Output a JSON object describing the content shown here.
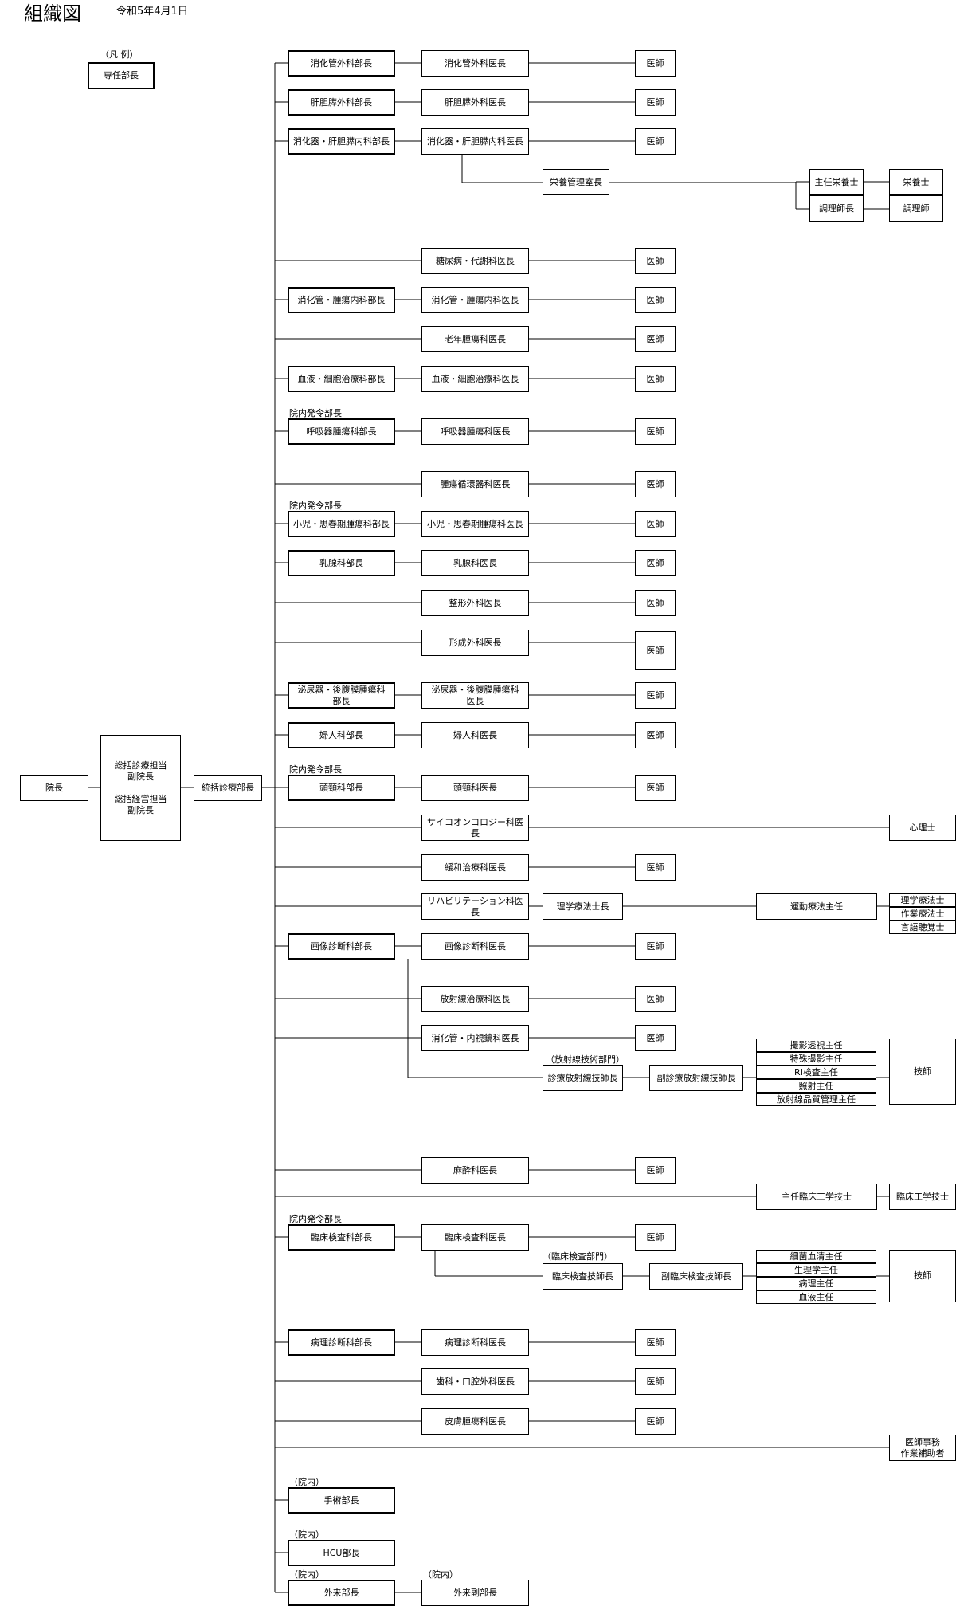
{
  "header": {
    "title": "組織図",
    "date": "令和5年4月1日"
  },
  "legend": {
    "label": "（凡 例）",
    "example": "専任部長"
  },
  "top": {
    "director": "院長",
    "vice": "総括診療担当\n副院長\n\n総括経営担当\n副院長",
    "general": "統括診療部長"
  },
  "rows": [
    {
      "dept": "消化管外科部長",
      "chief": "消化管外科医長",
      "doctor": "医師"
    },
    {
      "dept": "肝胆膵外科部長",
      "chief": "肝胆膵外科医長",
      "doctor": "医師"
    },
    {
      "dept": "消化器・肝胆膵内科部長",
      "chief": "消化器・肝胆膵内科医長",
      "doctor": "医師"
    },
    {
      "chief": "糖尿病・代謝科医長",
      "doctor": "医師"
    },
    {
      "dept": "消化管・腫瘍内科部長",
      "chief": "消化管・腫瘍内科医長",
      "doctor": "医師"
    },
    {
      "chief": "老年腫瘍科医長",
      "doctor": "医師"
    },
    {
      "dept": "血液・細胞治療科部長",
      "chief": "血液・細胞治療科医長",
      "doctor": "医師"
    },
    {
      "note": "院内発令部長",
      "dept": "呼吸器腫瘍科部長",
      "chief": "呼吸器腫瘍科医長",
      "doctor": "医師"
    },
    {
      "chief": "腫瘍循環器科医長",
      "doctor": "医師"
    },
    {
      "note": "院内発令部長",
      "dept": "小児・思春期腫瘍科部長",
      "chief": "小児・思春期腫瘍科医長",
      "doctor": "医師"
    },
    {
      "dept": "乳腺科部長",
      "chief": "乳腺科医長",
      "doctor": "医師"
    },
    {
      "chief": "整形外科医長",
      "doctor": "医師"
    },
    {
      "chief": "形成外科医長",
      "doctor": "医師"
    },
    {
      "dept": "泌尿器・後腹膜腫瘍科\n部長",
      "chief": "泌尿器・後腹膜腫瘍科\n医長",
      "doctor": "医師"
    },
    {
      "dept": "婦人科部長",
      "chief": "婦人科医長",
      "doctor": "医師"
    },
    {
      "note": "院内発令部長",
      "dept": "頭頸科部長",
      "chief": "頭頸科医長",
      "doctor": "医師"
    },
    {
      "chief": "サイコオンコロジー科医長"
    },
    {
      "chief": "緩和治療科医長",
      "doctor": "医師"
    },
    {
      "chief": "リハビリテーション科医長"
    },
    {
      "dept": "画像診断科部長",
      "chief": "画像診断科医長",
      "doctor": "医師"
    },
    {
      "chief": "放射線治療科医長",
      "doctor": "医師"
    },
    {
      "chief": "消化管・内視鏡科医長",
      "doctor": "医師"
    },
    {
      "chief": "麻酔科医長",
      "doctor": "医師"
    },
    {
      "note": "院内発令部長",
      "dept": "臨床検査科部長",
      "chief": "臨床検査科医長",
      "doctor": "医師"
    },
    {
      "dept": "病理診断科部長",
      "chief": "病理診断科医長",
      "doctor": "医師"
    },
    {
      "chief": "歯科・口腔外科医長",
      "doctor": "医師"
    },
    {
      "chief": "皮膚腫瘍科医長",
      "doctor": "医師"
    },
    {
      "note": "（院内）",
      "dept": "手術部長"
    },
    {
      "note": "（院内）",
      "dept": "HCU部長"
    },
    {
      "note": "（院内）",
      "dept": "外来部長",
      "chief_note": "（院内）",
      "chief": "外来副部長"
    }
  ],
  "nutrition": {
    "head": "栄養管理室長",
    "senior": "主任栄養士",
    "dietitian": "栄養士",
    "cook_head": "調理師長",
    "cook": "調理師"
  },
  "psycho": {
    "staff": "心理士"
  },
  "rehab": {
    "pt_head": "理学療法士長",
    "chief": "運動療法主任",
    "staff": [
      "理学療法士",
      "作業療法士",
      "言語聴覚士"
    ]
  },
  "radiology": {
    "note": "（放射線技術部門）",
    "head": "診療放射線技師長",
    "deputy": "副診療放射線技師長",
    "chiefs": [
      "撮影透視主任",
      "特殊撮影主任",
      "RI検査主任",
      "照射主任",
      "放射線品質管理主任"
    ],
    "staff": "技師"
  },
  "clinical_eng": {
    "chief": "主任臨床工学技士",
    "staff": "臨床工学技士"
  },
  "lab": {
    "note": "（臨床検査部門）",
    "head": "臨床検査技師長",
    "deputy": "副臨床検査技師長",
    "chiefs": [
      "細菌血清主任",
      "生理学主任",
      "病理主任",
      "血液主任"
    ],
    "staff": "技師"
  },
  "clerk": {
    "staff": "医師事務\n作業補助者"
  }
}
